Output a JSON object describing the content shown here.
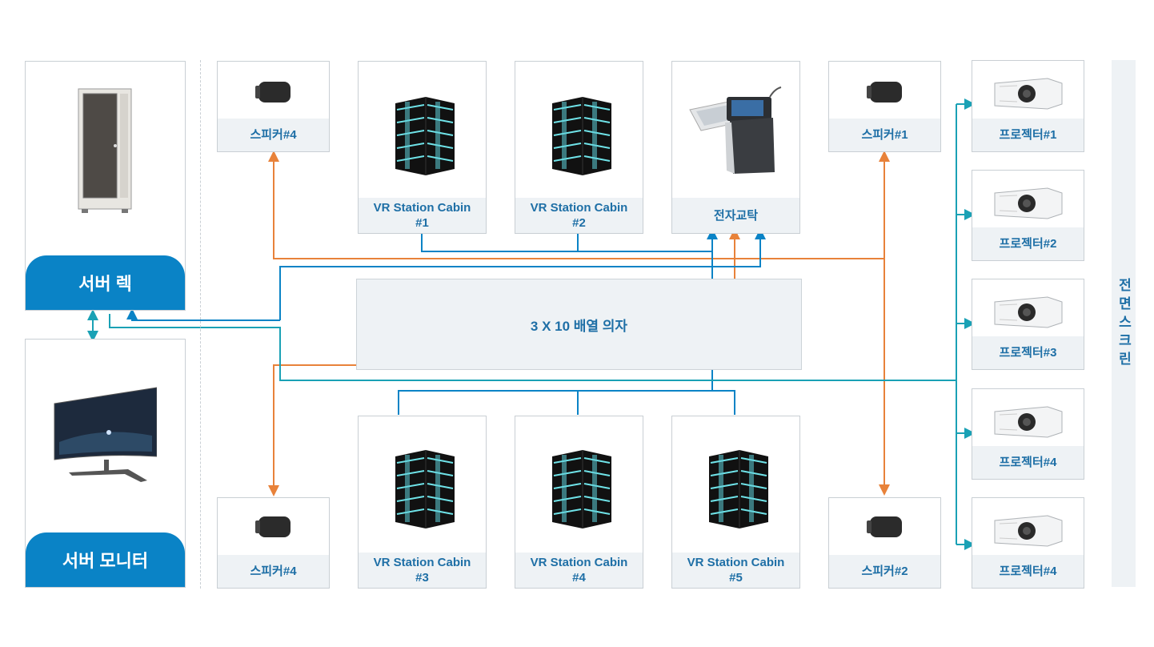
{
  "server_rack": {
    "label": "서버 렉"
  },
  "server_monitor": {
    "label": "서버 모니터"
  },
  "center": {
    "label": "3 X 10 배열 의자"
  },
  "front_screen": {
    "label": "전면스크린"
  },
  "lectern": {
    "label": "전자교탁"
  },
  "speakers": {
    "top_left": "스피커#4",
    "top_right": "스피커#1",
    "bottom_left": "스피커#4",
    "bottom_right": "스피커#2"
  },
  "cabins": [
    {
      "line1": "VR Station Cabin",
      "line2": "#1"
    },
    {
      "line1": "VR Station Cabin",
      "line2": "#2"
    },
    {
      "line1": "VR Station Cabin",
      "line2": "#3"
    },
    {
      "line1": "VR Station Cabin",
      "line2": "#4"
    },
    {
      "line1": "VR Station Cabin",
      "line2": "#5"
    }
  ],
  "projectors": [
    "프로젝터#1",
    "프로젝터#2",
    "프로젝터#3",
    "프로젝터#4",
    "프로젝터#4"
  ],
  "colors": {
    "blue": "#0a83c6",
    "teal": "#1aa1b5",
    "orange": "#e8823a",
    "label_text": "#1e6fa6"
  }
}
